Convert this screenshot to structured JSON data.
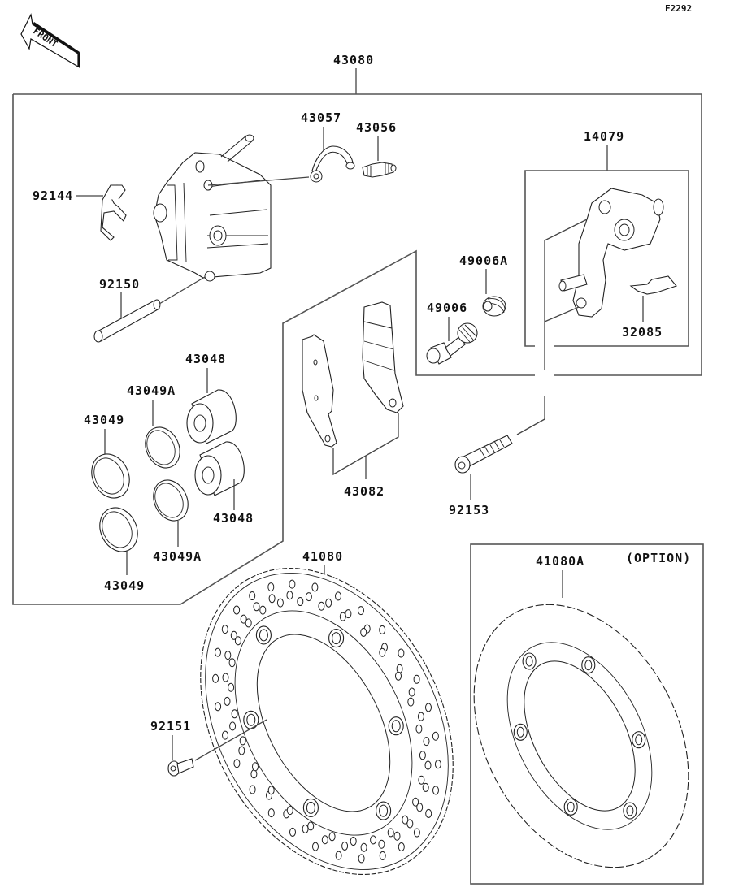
{
  "figure_code": "F2292",
  "front_arrow": {
    "label": "FRONT"
  },
  "callouts": {
    "caliper_assy": "43080",
    "brake_hose_pipe": "43057",
    "bleed_valve": "43056",
    "pad_spring": "92144",
    "pad_pin": "92150",
    "caliper_bracket": "14079",
    "boot_a": "49006A",
    "slide_pin": "49006",
    "bracket_spring": "32085",
    "piston_upper": "43048",
    "piston_lower": "43048",
    "seal_a_upper": "43049A",
    "seal_a_lower": "43049A",
    "seal_upper": "43049",
    "seal_lower": "43049",
    "pad_set": "43082",
    "mount_bolt": "92153",
    "disc": "41080",
    "disc_bolt": "92151",
    "option_disc": "41080A",
    "option_note": "(OPTION)"
  }
}
